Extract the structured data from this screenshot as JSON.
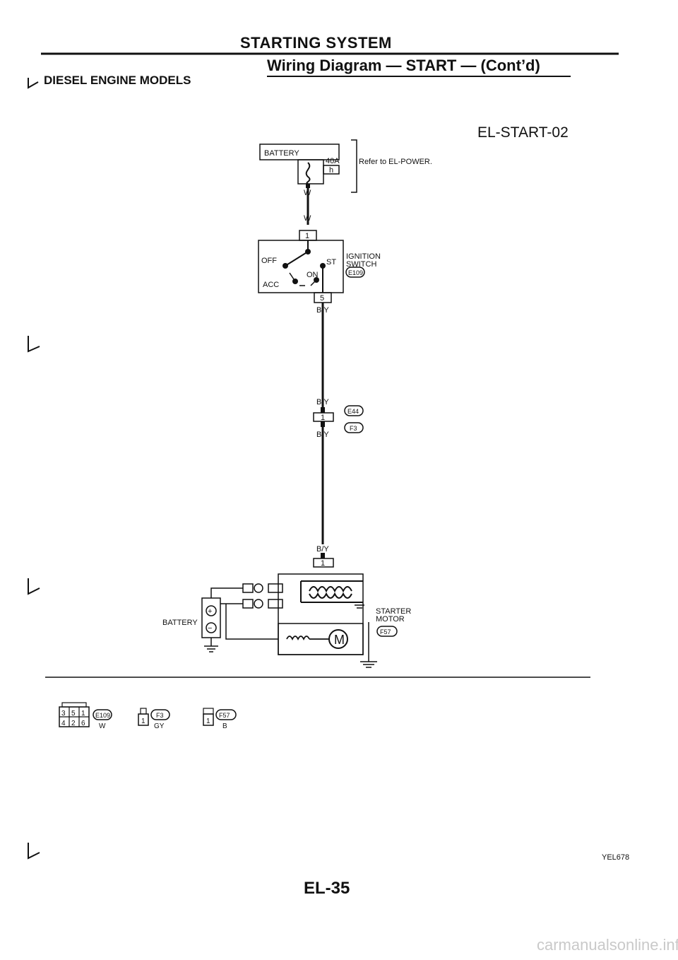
{
  "header": {
    "system": "STARTING SYSTEM",
    "subtitle": "Wiring Diagram — START — (Cont’d)",
    "model": "DIESEL ENGINE MODELS"
  },
  "diagram_code": "EL-START-02",
  "battery_top": {
    "label": "BATTERY",
    "fuse_rating": "40A",
    "fuse_letter": "h",
    "refer_note": "Refer to EL-POWER."
  },
  "wires": {
    "w1": "W",
    "w2": "W",
    "by1": "B/Y",
    "by2": "B/Y",
    "by3": "B/Y",
    "by4": "B/Y"
  },
  "ignition_switch": {
    "name_line1": "IGNITION",
    "name_line2": "SWITCH",
    "connector": "E109",
    "pin_in": "1",
    "pin_out": "5",
    "positions": {
      "off": "OFF",
      "st": "ST",
      "on": "ON",
      "acc": "ACC"
    }
  },
  "joint_connector": {
    "upper": "E44",
    "lower": "F3",
    "pin": "1"
  },
  "starter": {
    "name_line1": "STARTER",
    "name_line2": "MOTOR",
    "connector": "F57",
    "pin": "1",
    "motor_symbol": "M",
    "battery_label": "BATTERY",
    "plus": "+",
    "minus": "−"
  },
  "connector_legend": [
    {
      "id": "E109",
      "color": "W",
      "pins_top": [
        "3",
        "5",
        "1"
      ],
      "pins_bottom": [
        "4",
        "2",
        "6"
      ]
    },
    {
      "id": "F3",
      "color": "GY",
      "pins": [
        "1"
      ]
    },
    {
      "id": "F57",
      "color": "B",
      "pins": [
        "1"
      ]
    }
  ],
  "figure_id": "YEL678",
  "page_number": "EL-35",
  "watermark": "carmanualsonline.info"
}
